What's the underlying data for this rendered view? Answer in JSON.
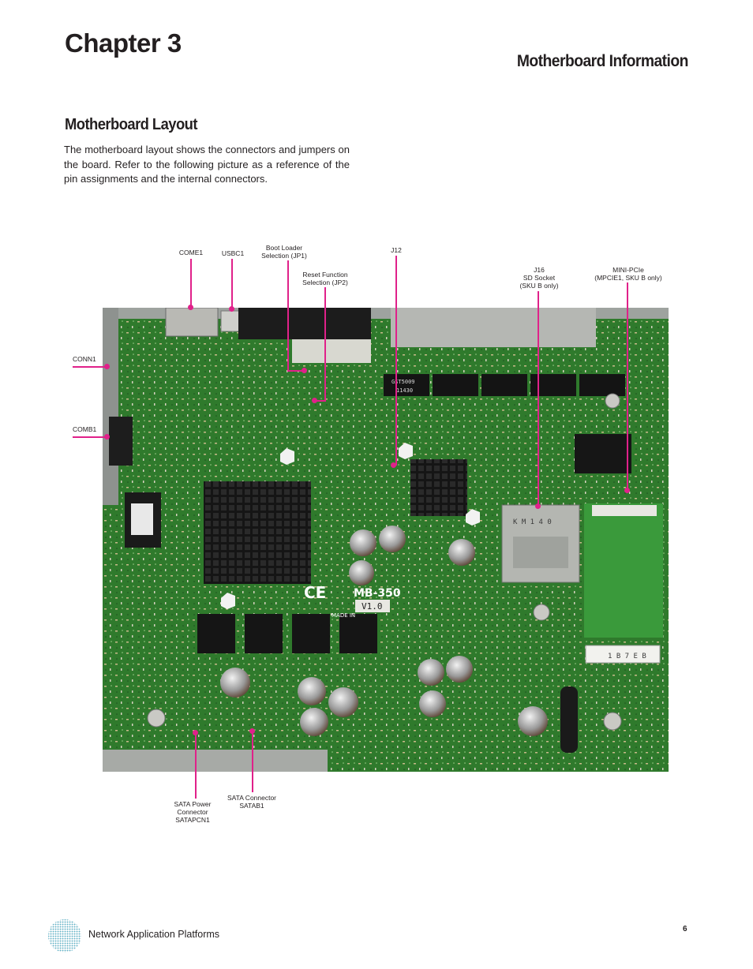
{
  "header": {
    "chapter": "Chapter 3",
    "section": "Motherboard Information"
  },
  "main": {
    "title": "Motherboard Layout",
    "intro": "The motherboard layout shows the connectors and jumpers on the board. Refer to the following picture as a reference of the pin assignments and the internal connectors."
  },
  "board_image": {
    "markings": {
      "model": "MB-350",
      "version": "V1.0",
      "ce": "CE",
      "made_in": "MADE IN",
      "chip_label": "GST5009",
      "chip_sub": "11430",
      "sd_text": "K M 1 4 0",
      "mpcie_text": "1 B 7 E B"
    },
    "colors": {
      "pcb": "#2f7a2c",
      "callout": "#e0218a"
    }
  },
  "callouts": {
    "come1": "COME1",
    "usbc1": "USBC1",
    "jp1_line1": "Boot Loader",
    "jp1_line2": "Selection (JP1)",
    "jp2_line1": "Reset Function",
    "jp2_line2": "Selection (JP2)",
    "j12": "J12",
    "j16_line1": "J16",
    "j16_line2": "SD Socket",
    "j16_line3": "(SKU B only)",
    "mpcie_line1": "MINI-PCIe",
    "mpcie_line2": "(MPCIE1, SKU B only)",
    "conn1": "CONN1",
    "comb1": "COMB1",
    "satapcn_line1": "SATA Power",
    "satapcn_line2": "Connector",
    "satapcn_line3": "SATAPCN1",
    "satab_line1": "SATA Connector",
    "satab_line2": "SATAB1"
  },
  "footer": {
    "brand_text": "Network Application Platforms",
    "page_number": "6",
    "logo_icon": "globe-logo-icon"
  }
}
